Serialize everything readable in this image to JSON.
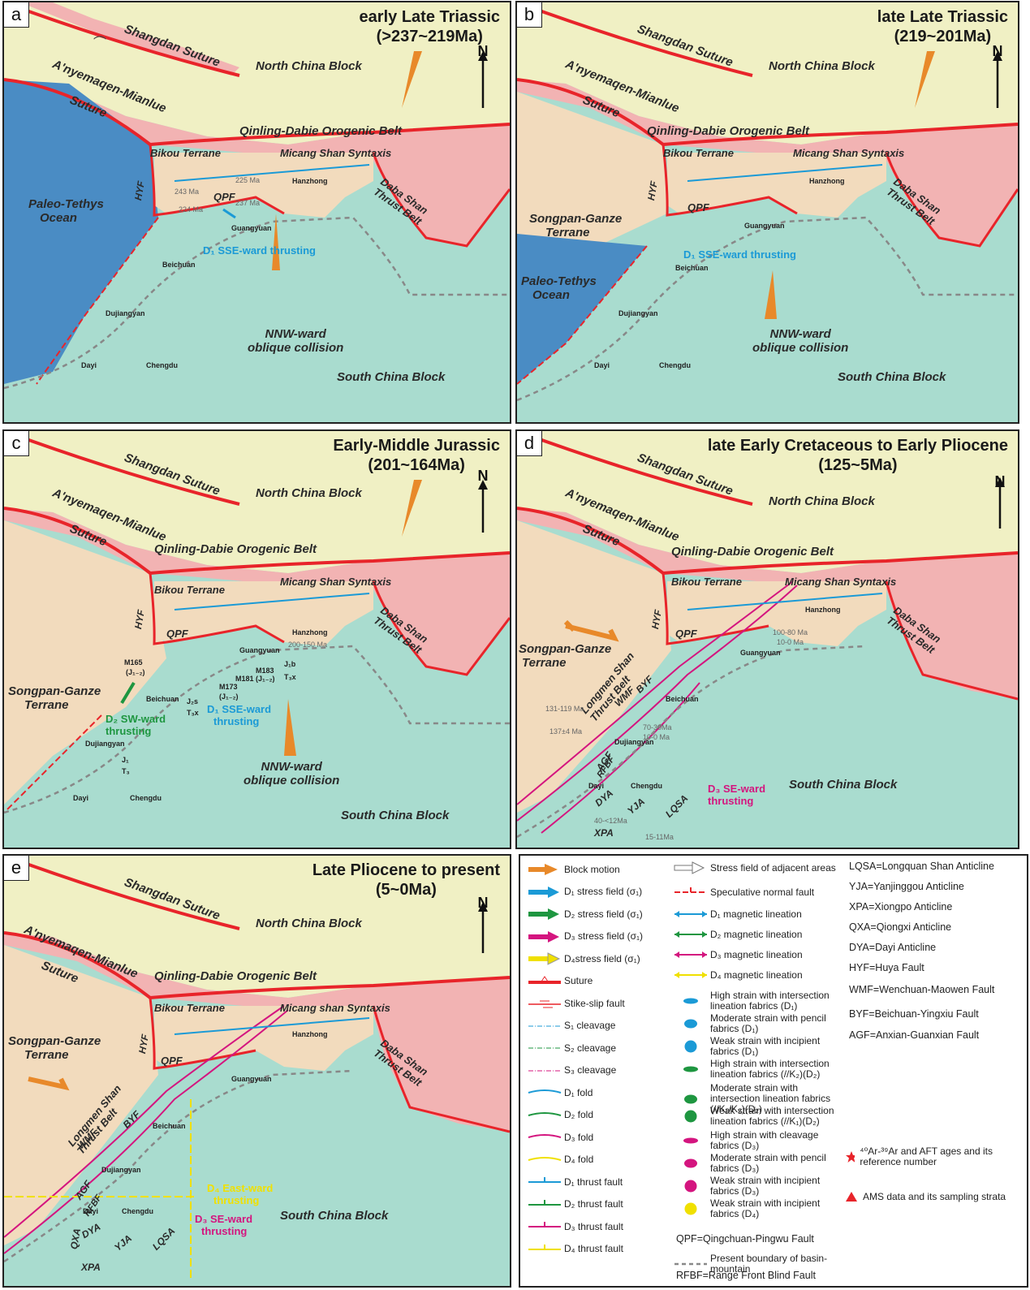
{
  "panels": [
    {
      "label": "a",
      "title1": "early Late Triassic",
      "title2": "(>237~219Ma)"
    },
    {
      "label": "b",
      "title1": "late Late Triassic",
      "title2": "(219~201Ma)"
    },
    {
      "label": "c",
      "title1": "Early-Middle Jurassic",
      "title2": "(201~164Ma)"
    },
    {
      "label": "d",
      "title1": "late Early Cretaceous to Early Pliocene",
      "title2": "(125~5Ma)"
    },
    {
      "label": "e",
      "title1": "Late Pliocene to present",
      "title2": "(5~0Ma)"
    }
  ],
  "labels": {
    "north": "N",
    "shangdan": "Shangdan Suture",
    "north_china": "North China Block",
    "anyemaqen": "A'nyemaqen-Mianlue",
    "suture": "Suture",
    "qinling": "Qinling-Dabie Orogenic Belt",
    "bikou": "Bikou Terrane",
    "micang": "Micang Shan Syntaxis",
    "micang_e": "Micang shan Syntaxis",
    "hyf": "HYF",
    "qpf": "QPF",
    "paleo1": "Paleo-Tethys",
    "paleo2": "Ocean",
    "songpan1": "Songpan-Ganze",
    "songpan2": "Terrane",
    "daba1": "Daba Shan",
    "daba2": "Thrust Belt",
    "south_china": "South China Block",
    "nnw1": "NNW-ward",
    "nnw2": "oblique collision",
    "d1_thrust": "D₁ SSE-ward thrusting",
    "d2_thrust1": "D₂ SW-ward",
    "d2_thrust2": "thrusting",
    "d1_thrust_c1": "D₁ SSE-ward",
    "d1_thrust_c2": "thrusting",
    "d3_thrust1": "D₃ SE-ward",
    "d3_thrust2": "thrusting",
    "d4_thrust1": "D₄ East-ward",
    "d4_thrust2": "thrusting",
    "longmen1": "Longmen Shan",
    "longmen2": "Thrust Belt",
    "wmf": "WMF",
    "byf": "BYF",
    "agf": "AGF",
    "rfbf": "RFBF",
    "dya": "DYA",
    "yja": "YJA",
    "lqsa": "LQSA",
    "xpa": "XPA",
    "qxa": "QXA",
    "hanzhong": "Hanzhong",
    "guangyuan": "Guangyuan",
    "beichuan": "Beichuan",
    "dujiangyan": "Dujiangyan",
    "dayi": "Dayi",
    "chengdu": "Chengdu",
    "age_225": "225 Ma",
    "age_243": "243 Ma",
    "age_224": "224 Ma",
    "age_237": "237 Ma",
    "age_200_150": "200-150 Ma",
    "m165": "M165",
    "m165s": "(J₁₋₂)",
    "m181": "M181 (J₁₋₂)",
    "m173": "M173",
    "m173s": "(J₁₋₂)",
    "m183": "M183",
    "j1b": "J₁b",
    "t3x": "T₃x",
    "j2s": "J₂s",
    "t3x2": "T₃x",
    "j1": "J₁",
    "t3": "T₃",
    "age_100_80": "100-80 Ma",
    "age_10_0": "10-0 Ma",
    "age_131_119": "131-119 Ma",
    "age_137": "137±4 Ma",
    "age_70_30": "70-30Ma",
    "age_10_0b": "10-0 Ma",
    "age_40_12": "40-<12Ma",
    "age_15_11": "15-11Ma"
  },
  "legend": {
    "col1": [
      "Block motion",
      "D₁ stress field (σ₁)",
      "D₂ stress field (σ₁)",
      "D₃ stress field (σ₁)",
      "D₄stress field (σ₁)",
      "Suture",
      "Stike-slip fault",
      "S₁ cleavage",
      "S₂ cleavage",
      "S₃ cleavage",
      "D₁ fold",
      "D₂ fold",
      "D₃ fold",
      "D₄ fold",
      "D₁ thrust fault",
      "D₂ thrust fault",
      "D₃ thrust fault",
      "D₄ thrust fault"
    ],
    "col2": [
      "Stress field of adjacent areas",
      "Speculative normal fault",
      "D₁ magnetic lineation",
      "D₂ magnetic lineation",
      "D₃ magnetic lineation",
      "D₄ magnetic lineation",
      "High strain with intersection lineation fabrics (D₁)",
      "Moderate strain with pencil fabrics (D₁)",
      "Weak strain with incipient fabrics (D₁)",
      "High strain with intersection lineation fabrics (//K₂)(D₂)",
      "Moderate strain with intersection lineation fabrics (//K₁/K₂)(D₂)",
      "Weak strain with intersection lineation fabrics (//K₁)(D₂)",
      "High strain with cleavage fabrics (D₃)",
      "Moderate strain with pencil fabrics (D₃)",
      "Weak strain with incipient fabrics (D₃)",
      "Weak strain with incipient fabrics (D₄)"
    ],
    "present_boundary": "Present boundary of basin-mountain",
    "abbr": [
      "LQSA=Longquan Shan Anticline",
      "YJA=Yanjinggou Anticline",
      "XPA=Xiongpo Anticline",
      "QXA=Qiongxi Anticline",
      "DYA=Dayi Anticline",
      "HYF=Huya Fault",
      "WMF=Wenchuan-Maowen Fault",
      "BYF=Beichuan-Yingxiu Fault",
      "AGF=Anxian-Guanxian Fault"
    ],
    "qpf": "QPF=Qingchuan-Pingwu Fault",
    "rfbf": "RFBF=Range Front Blind Fault",
    "ages": "⁴⁰Ar-³⁹Ar and AFT ages and its reference number",
    "ams": "AMS data and its sampling strata"
  },
  "colors": {
    "ocean": "#4a8cc4",
    "south_china": "#a9dccf",
    "north_china": "#f0f0c4",
    "orogen": "#f2b3b3",
    "songpan": "#f2dbbd",
    "suture": "#e8242a",
    "d1": "#1b9ad6",
    "d2": "#1e9640",
    "d3": "#d4157f",
    "d4": "#f0e000",
    "block_motion": "#e8892a"
  }
}
